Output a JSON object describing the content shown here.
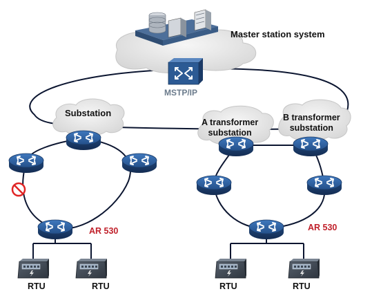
{
  "labels": {
    "master_station": "Master station system",
    "mstp_ip": "MSTP/IP",
    "substation": "Substation",
    "a_transformer_line1": "A transformer",
    "a_transformer_line2": "substation",
    "b_transformer_line1": "B transformer",
    "b_transformer_line2": "substation",
    "ar530_left": "AR 530",
    "ar530_right": "AR 530",
    "rtu_1": "RTU",
    "rtu_2": "RTU",
    "rtu_3": "RTU",
    "rtu_4": "RTU"
  },
  "icons": {
    "router": "router-icon",
    "switch": "switch-icon",
    "rtu": "rtu-device-icon",
    "server": "server-icon",
    "blocked_link": "no-entry-icon"
  },
  "colors": {
    "router_top": "#2d5f9e",
    "router_side": "#1b3a66",
    "cloud": "#e8e8e8",
    "link": "#0b1530",
    "ar_label": "#c0202a",
    "blocked": "#e02424"
  }
}
